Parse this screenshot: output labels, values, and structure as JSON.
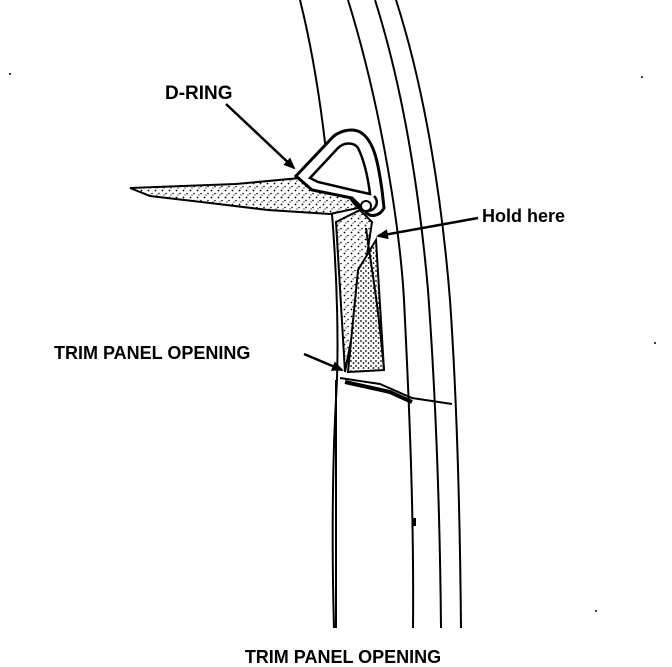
{
  "labels": {
    "d_ring": "D-RING",
    "hold_here": "Hold here",
    "trim_panel_opening": "TRIM PANEL OPENING",
    "caption": "TRIM PANEL OPENING"
  },
  "colors": {
    "line": "#000000",
    "background": "#ffffff"
  }
}
